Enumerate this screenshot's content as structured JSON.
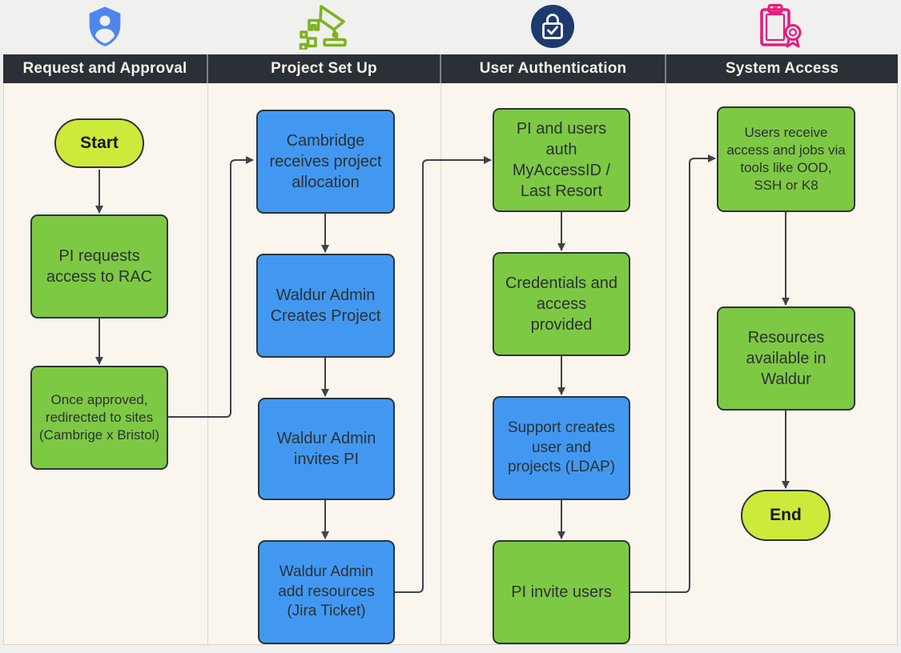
{
  "palette": {
    "page_background": "#f0f0ef",
    "lane_background": "#faf6ee",
    "header_background": "#2b2f36",
    "header_text": "#f4f1e9",
    "process_green": "#7ec944",
    "process_blue": "#4298f1",
    "terminator_yellow_green": "#cdea3b",
    "node_border": "#2e3338",
    "arrow": "#3f4349",
    "shield_icon_blue": "#4f86ee",
    "robot_icon_green": "#7db321",
    "lock_icon_navy": "#1d3a6e",
    "clipboard_icon_pink": "#e81b7d"
  },
  "lanes": [
    {
      "title": "Request and Approval",
      "icon": "shield-user-icon"
    },
    {
      "title": "Project Set Up",
      "icon": "robot-arm-icon"
    },
    {
      "title": "User Authentication",
      "icon": "lock-check-icon"
    },
    {
      "title": "System Access",
      "icon": "clipboard-award-icon"
    }
  ],
  "nodes": {
    "start": {
      "label": "Start",
      "type": "terminator",
      "lane": 0,
      "color": "yellow-green"
    },
    "pi_requests": {
      "label": "PI requests access to RAC",
      "type": "process",
      "lane": 0,
      "color": "green"
    },
    "once_approved": {
      "label": "Once approved, redirected to sites (Cambrige x Bristol)",
      "type": "process",
      "lane": 0,
      "color": "green"
    },
    "cambridge_receives": {
      "label": "Cambridge receives project allocation",
      "type": "process",
      "lane": 1,
      "color": "blue"
    },
    "waldur_creates": {
      "label": "Waldur Admin Creates Project",
      "type": "process",
      "lane": 1,
      "color": "blue"
    },
    "waldur_invites": {
      "label": "Waldur Admin invites PI",
      "type": "process",
      "lane": 1,
      "color": "blue"
    },
    "waldur_resources": {
      "label": "Waldur Admin add resources (Jira Ticket)",
      "type": "process",
      "lane": 1,
      "color": "blue"
    },
    "pi_users_auth": {
      "label": "PI and users auth MyAccessID / Last Resort",
      "type": "process",
      "lane": 2,
      "color": "green"
    },
    "credentials": {
      "label": "Credentials and access provided",
      "type": "process",
      "lane": 2,
      "color": "green"
    },
    "support_creates": {
      "label": "Support creates user and projects (LDAP)",
      "type": "process",
      "lane": 2,
      "color": "blue"
    },
    "pi_invite": {
      "label": "PI invite users",
      "type": "process",
      "lane": 2,
      "color": "green"
    },
    "users_receive": {
      "label": "Users receive access and jobs via tools like OOD, SSH or K8",
      "type": "process",
      "lane": 3,
      "color": "green"
    },
    "resources_waldur": {
      "label": "Resources available in Waldur",
      "type": "process",
      "lane": 3,
      "color": "green"
    },
    "end": {
      "label": "End",
      "type": "terminator",
      "lane": 3,
      "color": "yellow-green"
    }
  },
  "edges": [
    {
      "from": "start",
      "to": "pi_requests"
    },
    {
      "from": "pi_requests",
      "to": "once_approved"
    },
    {
      "from": "once_approved",
      "to": "cambridge_receives"
    },
    {
      "from": "cambridge_receives",
      "to": "waldur_creates"
    },
    {
      "from": "waldur_creates",
      "to": "waldur_invites"
    },
    {
      "from": "waldur_invites",
      "to": "waldur_resources"
    },
    {
      "from": "waldur_resources",
      "to": "pi_users_auth"
    },
    {
      "from": "pi_users_auth",
      "to": "credentials"
    },
    {
      "from": "credentials",
      "to": "support_creates"
    },
    {
      "from": "support_creates",
      "to": "pi_invite"
    },
    {
      "from": "pi_invite",
      "to": "users_receive"
    },
    {
      "from": "users_receive",
      "to": "resources_waldur"
    },
    {
      "from": "resources_waldur",
      "to": "end"
    }
  ]
}
